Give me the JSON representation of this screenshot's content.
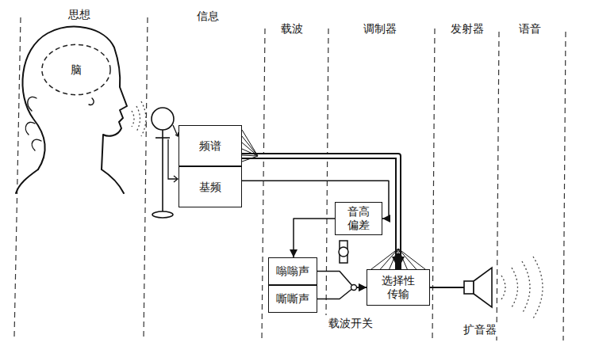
{
  "diagram": {
    "nodes": [
      {
        "text": [
          "脑"
        ]
      },
      {
        "text": [
          "频谱"
        ]
      },
      {
        "text": [
          "基频"
        ]
      },
      {
        "text": [
          "音高偏差"
        ]
      },
      {
        "text": [
          "嗡嗡声"
        ]
      },
      {
        "text": [
          "嘶嘶声"
        ]
      },
      {
        "text": [
          "选择性传输"
        ]
      }
    ],
    "edges": [
      {
        "from": 1,
        "to": 6,
        "arrow": "to"
      },
      {
        "from": 2,
        "to": 3,
        "arrow": "to"
      },
      {
        "from": 3,
        "to": 4,
        "arrow": "to"
      },
      {
        "from": 4,
        "to": 6,
        "arrow": "to"
      },
      {
        "from": 5,
        "to": 6,
        "arrow": "to"
      }
    ],
    "labels": [
      "思想",
      "信息",
      "载波",
      "调制器",
      "发射器",
      "语音",
      "载波开关",
      "扩音器"
    ]
  }
}
